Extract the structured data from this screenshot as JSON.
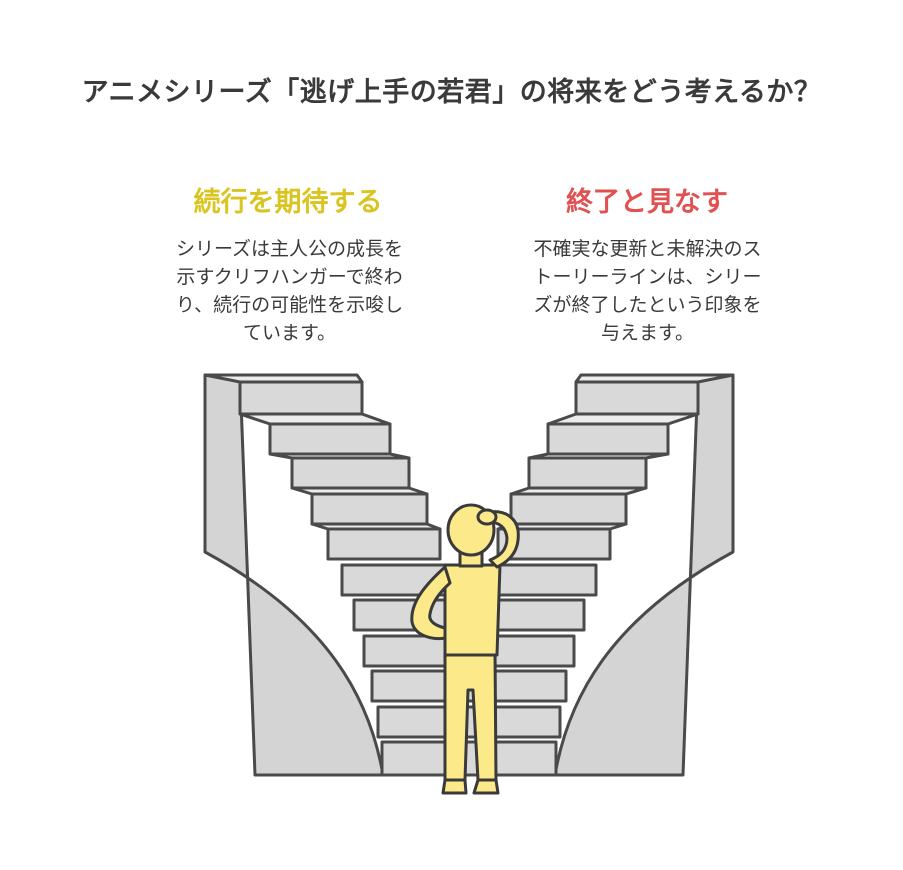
{
  "title": "アニメシリーズ「逃げ上手の若君」の将来をどう考えるか？",
  "options": {
    "left": {
      "heading": "続行を期待する",
      "description": "シリーズは主人公の成長を示すクリフハンガーで終わり、続行の可能性を示唆しています。"
    },
    "right": {
      "heading": "終了と見なす",
      "description": "不確実な更新と未解決のストーリーラインは、シリーズが終了したという印象を与えます。"
    }
  },
  "colors": {
    "continue_heading": "#d9c420",
    "end_heading": "#e05252",
    "stairs": "#d9d9d9",
    "stairs_outline": "#4a4a4a",
    "person": "#fbe98a",
    "person_outline": "#3a3a3a"
  },
  "icons": [
    "left-staircase",
    "right-staircase",
    "thinking-person-icon"
  ]
}
